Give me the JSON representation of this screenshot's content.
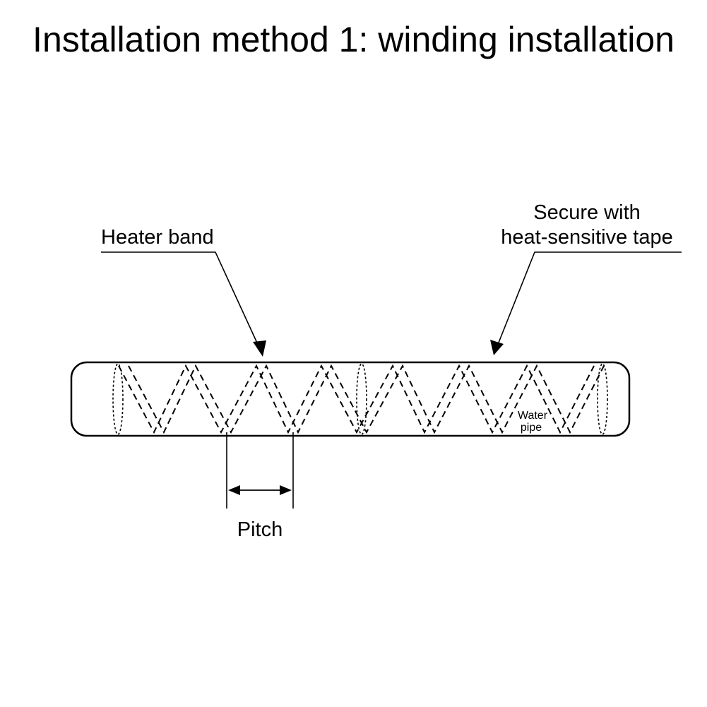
{
  "title": "Installation method 1: winding installation",
  "labels": {
    "heater_band": "Heater band",
    "secure_line1": "Secure with",
    "secure_line2": "heat-sensitive tape",
    "water_line1": "Water",
    "water_line2": "pipe",
    "pitch": "Pitch"
  },
  "colors": {
    "ink": "#000000",
    "background": "#ffffff"
  }
}
